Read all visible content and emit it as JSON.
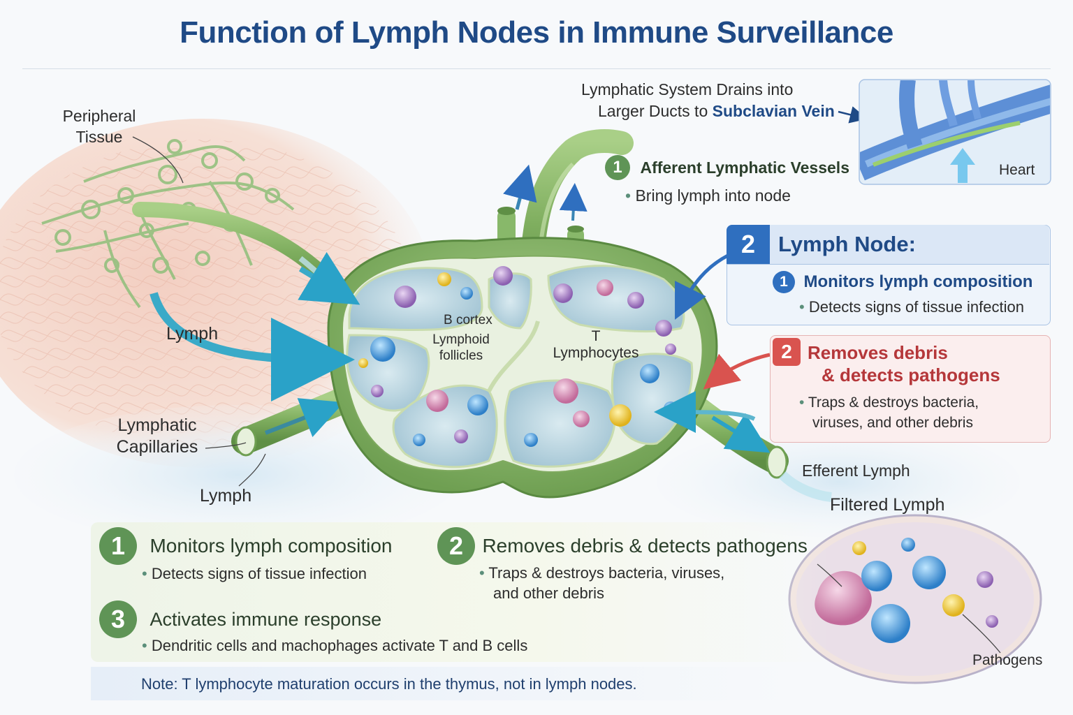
{
  "title": "Function of Lymph Nodes in Immune Surveillance",
  "labels": {
    "peripheral_tissue": "Peripheral\nTissue",
    "lymph_left": "Lymph",
    "lymphatic_capillaries": "Lymphatic\nCapillaries",
    "lymph_bottom": "Lymph",
    "drains_line1": "Lymphatic System Drains into",
    "drains_line2_prefix": "Larger Ducts to ",
    "drains_line2_highlight": "Subclavian Vein",
    "heart": "Heart",
    "b_cortex": "B cortex",
    "lymphoid_follicles": "Lymphoid\nfollicles",
    "t_lymphocytes": "T\nLymphocytes",
    "efferent_lymph": "Efferent Lymph",
    "filtered_lymph": "Filtered Lymph",
    "pathogens": "Pathogens"
  },
  "afferent": {
    "number": "1",
    "title": "Afferent Lymphatic Vessels",
    "bullet": "Bring lymph into node"
  },
  "lymph_node_card": {
    "number": "2",
    "title": "Lymph Node:",
    "item_number": "1",
    "item_title": "Monitors lymph composition",
    "item_bullet": "Detects signs of tissue infection"
  },
  "removes_card": {
    "number": "2",
    "title_line1": "Removes debris",
    "title_line2": "& detects pathogens",
    "bullet_line1": "Traps & destroys bacteria,",
    "bullet_line2": "viruses, and other debris"
  },
  "summary": [
    {
      "number": "1",
      "title": "Monitors lymph composition",
      "bullet": "Detects signs of tissue infection"
    },
    {
      "number": "2",
      "title": "Removes debris & detects pathogens",
      "bullet_line1": "Traps & destroys bacteria, viruses,",
      "bullet_line2": "and other debris"
    },
    {
      "number": "3",
      "title": "Activates immune response",
      "bullet": "Dendritic cells and machophages activate T and B cells"
    }
  ],
  "note": "Note: T lymphocyte maturation occurs in the thymus, not in lymph nodes.",
  "colors": {
    "title_blue": "#1f4a86",
    "badge_green": "#5f9456",
    "badge_blue": "#2f6fbf",
    "badge_red": "#d9534f",
    "red_text": "#b5373a",
    "tissue_pink": "#f2cfc3",
    "node_green": "#8cb86c",
    "lymph_cyan": "#4ab0d0"
  }
}
